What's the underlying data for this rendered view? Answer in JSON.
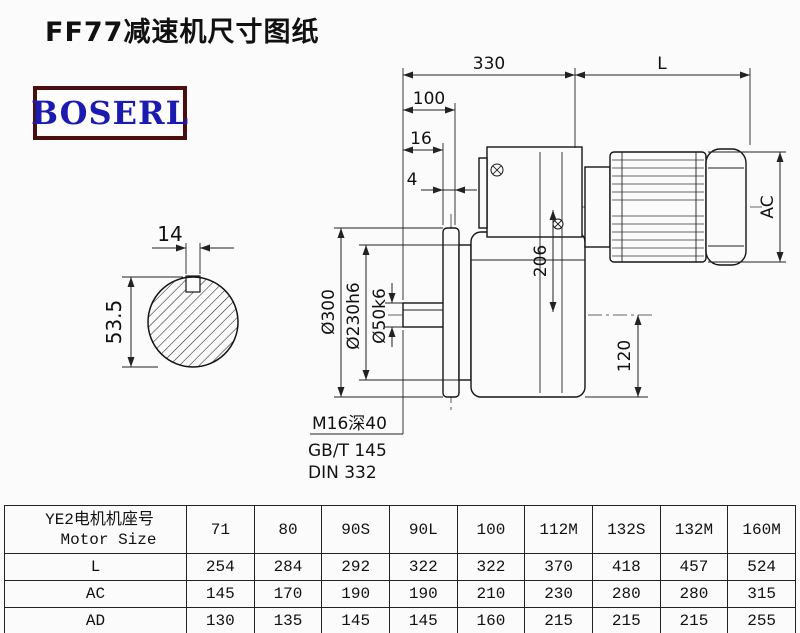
{
  "page": {
    "title": "FF77减速机尺寸图纸",
    "brand": "BOSERL"
  },
  "drawing": {
    "dims": {
      "top_width": "330",
      "motor_length": "L",
      "d100": "100",
      "d16": "16",
      "d4": "4",
      "key_width": "14",
      "key_height": "53.5",
      "motor_dia": "AC",
      "d206": "206",
      "d120": "120",
      "flange_dia": "Ø300",
      "spigot_dia": "Ø230h6",
      "shaft_dia": "Ø50k6"
    },
    "notes": {
      "tap": "M16深40",
      "std1": "GB/T 145",
      "std2": "DIN 332"
    }
  },
  "table": {
    "header": {
      "line1": "YE2电机机座号",
      "line2": "Motor Size"
    },
    "columns": [
      "71",
      "80",
      "90S",
      "90L",
      "100",
      "112M",
      "132S",
      "132M",
      "160M"
    ],
    "rows": [
      {
        "label": "L",
        "values": [
          "254",
          "284",
          "292",
          "322",
          "322",
          "370",
          "418",
          "457",
          "524"
        ]
      },
      {
        "label": "AC",
        "values": [
          "145",
          "170",
          "190",
          "190",
          "210",
          "230",
          "280",
          "280",
          "315"
        ]
      },
      {
        "label": "AD",
        "values": [
          "130",
          "135",
          "145",
          "145",
          "160",
          "215",
          "215",
          "215",
          "255"
        ]
      }
    ]
  },
  "colors": {
    "brand_text": "#1b1bb0",
    "brand_border": "#4a1010",
    "line": "#1a1a1a"
  }
}
